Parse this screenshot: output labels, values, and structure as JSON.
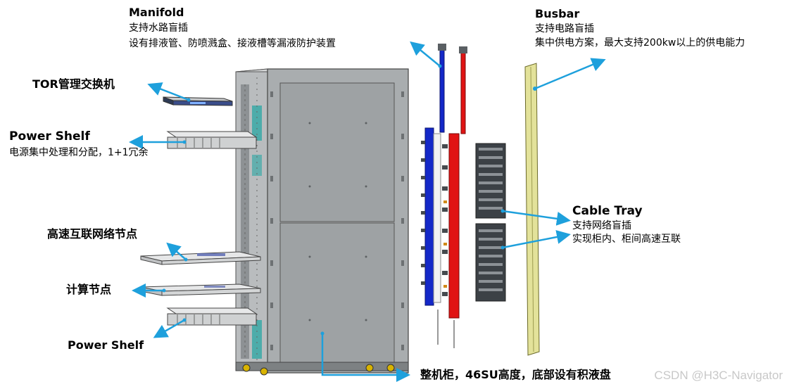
{
  "diagram": {
    "manifold": {
      "title": "Manifold",
      "line1": "支持水路盲插",
      "line2": "设有排液管、防喷溅盒、接液槽等漏液防护装置"
    },
    "busbar": {
      "title": "Busbar",
      "line1": "支持电路盲插",
      "line2": "集中供电方案，最大支持200kw以上的供电能力"
    },
    "tor_switch": {
      "title": "TOR管理交换机"
    },
    "power_shelf_top": {
      "title": "Power Shelf",
      "line1": "电源集中处理和分配，1+1冗余"
    },
    "cable_tray": {
      "title": "Cable Tray",
      "line1": "支持网络盲插",
      "line2": "实现柜内、柜间高速互联"
    },
    "interconnect_node": {
      "title": "高速互联网络节点"
    },
    "compute_node": {
      "title": "计算节点"
    },
    "power_shelf_bottom": {
      "title": "Power Shelf"
    },
    "cabinet": {
      "title": "整机柜，46SU高度，底部设有积液盘"
    },
    "watermark": "CSDN @H3C-Navigator"
  },
  "colors": {
    "arrow": "#1ea0dc",
    "manifold_blue": "#1428c8",
    "manifold_red": "#e01414",
    "busbar_yellow": "#e3e29a",
    "cabinet_gray": "#9ea2a4",
    "node_teal": "#2aa7a3"
  }
}
